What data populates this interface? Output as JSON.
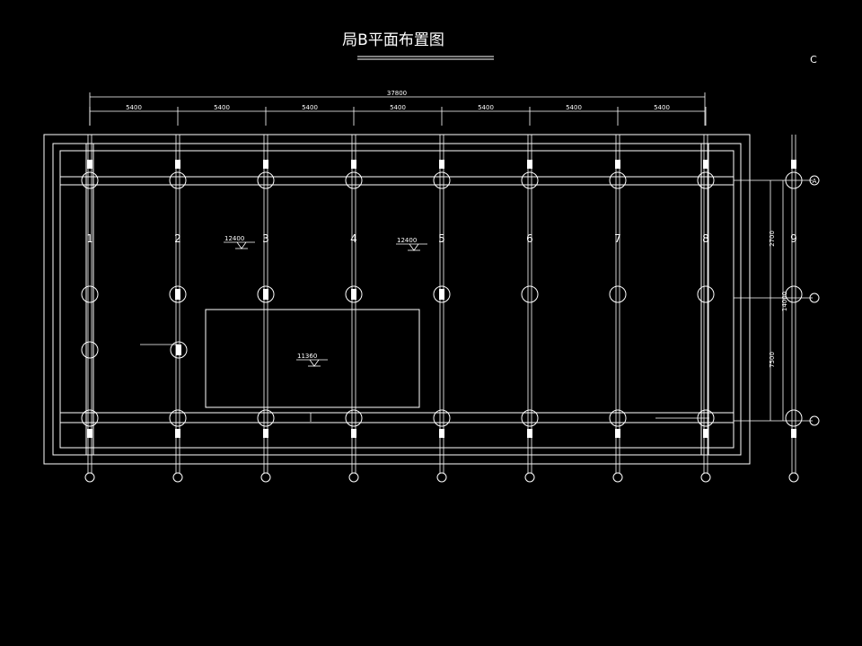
{
  "drawing": {
    "title": "局B平面布置图",
    "corner_mark": "C",
    "overall_dimension": "37800",
    "bay_dimensions": [
      "5400",
      "5400",
      "5400",
      "5400",
      "5400",
      "5400",
      "5400"
    ],
    "column_labels": [
      "1",
      "2",
      "3",
      "4",
      "5",
      "6",
      "7",
      "8",
      "9"
    ],
    "row_labels": [
      "A",
      "",
      ""
    ],
    "right_dimensions": [
      "2700",
      "14000",
      "7500"
    ],
    "elevation_marks": [
      {
        "text": "12400"
      },
      {
        "text": "12400"
      },
      {
        "text": "11360"
      }
    ],
    "colors": {
      "background": "#000000",
      "lines": "#ffffff"
    }
  }
}
